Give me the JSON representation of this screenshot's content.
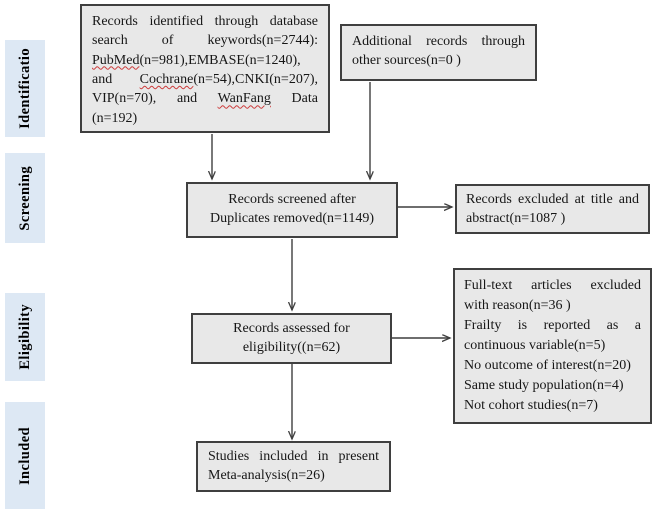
{
  "colors": {
    "box-fill": "#e8e8e8",
    "box-border": "#3f3f3f",
    "stage-fill": "#dde8f4",
    "arrow-color": "#3f3f3f",
    "misspell-red": "#cc3b3b"
  },
  "sidebar": {
    "stages": [
      {
        "label": "Identificatio"
      },
      {
        "label": "Screening"
      },
      {
        "label": "Eligibility"
      },
      {
        "label": "Included"
      }
    ]
  },
  "boxes": {
    "identified": {
      "lines": [
        {
          "justify": true,
          "segments": [
            {
              "text": "Records identified through database"
            }
          ]
        },
        {
          "justify": true,
          "segments": [
            {
              "text": "search of keywords(n=2744):"
            }
          ]
        },
        {
          "justify": true,
          "segments": [
            {
              "text": "PubMed",
              "misspelled": true
            },
            {
              "text": "(n=981),EMBASE(n=1240),"
            }
          ]
        },
        {
          "justify": true,
          "segments": [
            {
              "text": "and "
            },
            {
              "text": "Cochrane",
              "misspelled": true
            },
            {
              "text": "(n=54),CNKI(n=207),"
            }
          ]
        },
        {
          "justify": true,
          "segments": [
            {
              "text": "VIP(n=70), and "
            },
            {
              "text": "WanFang",
              "misspelled": true
            },
            {
              "text": " Data"
            }
          ]
        },
        {
          "justify": false,
          "segments": [
            {
              "text": "(n=192)"
            }
          ]
        }
      ]
    },
    "additional": {
      "lines": [
        {
          "justify": true,
          "segments": [
            {
              "text": "Additional records through"
            }
          ]
        },
        {
          "justify": false,
          "segments": [
            {
              "text": "other sources(n=0 )"
            }
          ]
        }
      ]
    },
    "screened": {
      "lines": [
        {
          "justify": false,
          "segments": [
            {
              "text": "Records screened after"
            }
          ]
        },
        {
          "justify": false,
          "segments": [
            {
              "text": "Duplicates removed(n=1149)"
            }
          ]
        }
      ]
    },
    "excluded_title": {
      "lines": [
        {
          "justify": true,
          "segments": [
            {
              "text": "Records excluded at title and"
            }
          ]
        },
        {
          "justify": false,
          "segments": [
            {
              "text": "abstract(n=1087 )"
            }
          ]
        }
      ]
    },
    "assessed": {
      "lines": [
        {
          "justify": false,
          "segments": [
            {
              "text": "Records assessed for"
            }
          ]
        },
        {
          "justify": false,
          "segments": [
            {
              "text": "eligibility((n=62)"
            }
          ]
        }
      ]
    },
    "fulltext_excluded": {
      "lines": [
        {
          "justify": true,
          "segments": [
            {
              "text": "Full-text articles excluded"
            }
          ]
        },
        {
          "justify": false,
          "segments": [
            {
              "text": "with reason(n=36 )"
            }
          ]
        },
        {
          "justify": true,
          "segments": [
            {
              "text": "Frailty is reported as a"
            }
          ]
        },
        {
          "justify": false,
          "segments": [
            {
              "text": "continuous variable(n=5)"
            }
          ]
        },
        {
          "justify": false,
          "segments": [
            {
              "text": "No outcome of interest(n=20)"
            }
          ]
        },
        {
          "justify": false,
          "segments": [
            {
              "text": "Same study population(n=4)"
            }
          ]
        },
        {
          "justify": false,
          "segments": [
            {
              "text": "Not cohort studies(n=7)"
            }
          ]
        }
      ]
    },
    "included_studies": {
      "lines": [
        {
          "justify": true,
          "segments": [
            {
              "text": "Studies included in present"
            }
          ]
        },
        {
          "justify": false,
          "segments": [
            {
              "text": "Meta-analysis(n=26)"
            }
          ]
        }
      ]
    }
  }
}
